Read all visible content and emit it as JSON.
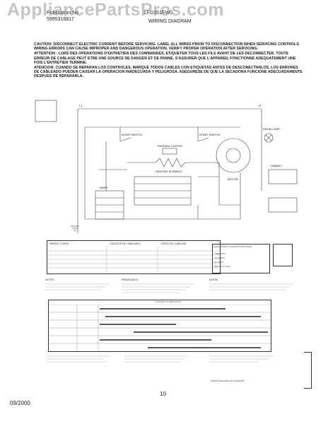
{
  "header": {
    "pub_label": "Publication No",
    "pub_number": "5995316817",
    "model": "LFD351EW0",
    "title": "WIRING DIAGRAM"
  },
  "watermark": "AppliancePartsPros.com",
  "caution": {
    "en": "CAUTION: DISCONNECT ELECTRIC CURRENT BEFORE SERVICING. LABEL ALL WIRES PRIOR TO DISCONNECTION WHEN SERVICING CONTROLS. WIRING ERRORS CAN CAUSE IMPROPER AND DANGEROUS OPERATION. VERIFY PROPER OPERATION AFTER SERVICING.",
    "fr": "ATTENTION : LORS DES OPERATIONS D'ENTRETIEN DES COMMANDES, ETIQUETER TOUS LES FILS AVANT DE LES DECONNECTER. TOUTE ERREUR DE CABLAGE PEUT ETRE UNE SOURCE DE DANGER ET DE PANNE. S'ASSURER QUE L'APPAREIL FONCTIONNE ADEQUATEMENT UNE FOIS L'ENTRETIEN TERMINE.",
    "es": "ATENCION: CUANDO SE REPARAN LOS CONTROLES, MARQUE TODOS CABLES CON ETIQUETAS ANTES DE DESCONECTARLOS. LOS ERRORES DE CABLEADO PUEDEN CAUSAR LA OPERACION INADECUADA Y PELIGROSA. ASEGURESE DE QUE LA SECADORA FUNCIONE ADECUADAMENTE DESPUES DE REPARARLA."
  },
  "schematic_labels": {
    "l1": "L1",
    "n": "N",
    "door_switch": "DOOR SWITCH",
    "start_switch": "START SWITCH",
    "motor": "MOTOR",
    "timer": "TIMER",
    "thermal_limiter": "THERMAL LIMITER",
    "heating_element": "HEATING ELEMENT",
    "drum_lamp": "DRUM LAMP",
    "cabinet": "CABINET"
  },
  "legend": {
    "title": "WIRING CODES",
    "col2": "CODIGOS DE CABLEADO",
    "col3": "CODES DE CABLAGE"
  },
  "table_right": {
    "title": "ELECTRONIC CONTROL FUNCTIONS",
    "rows": [
      "TIMED DRY",
      "AUTO DRY",
      "NO HEAT",
      "END OF CYCLE"
    ]
  },
  "cycles_title": "CYCLES/CYCLES/CICLOS",
  "notes": {
    "n1": "NOTES",
    "n2": "REMARQUES",
    "n3": "NOTAS"
  },
  "wiring_diagram_pn": "WIRING DIAGRAM P/N 131811100",
  "footer": {
    "date": "09/2000",
    "page": "10"
  }
}
